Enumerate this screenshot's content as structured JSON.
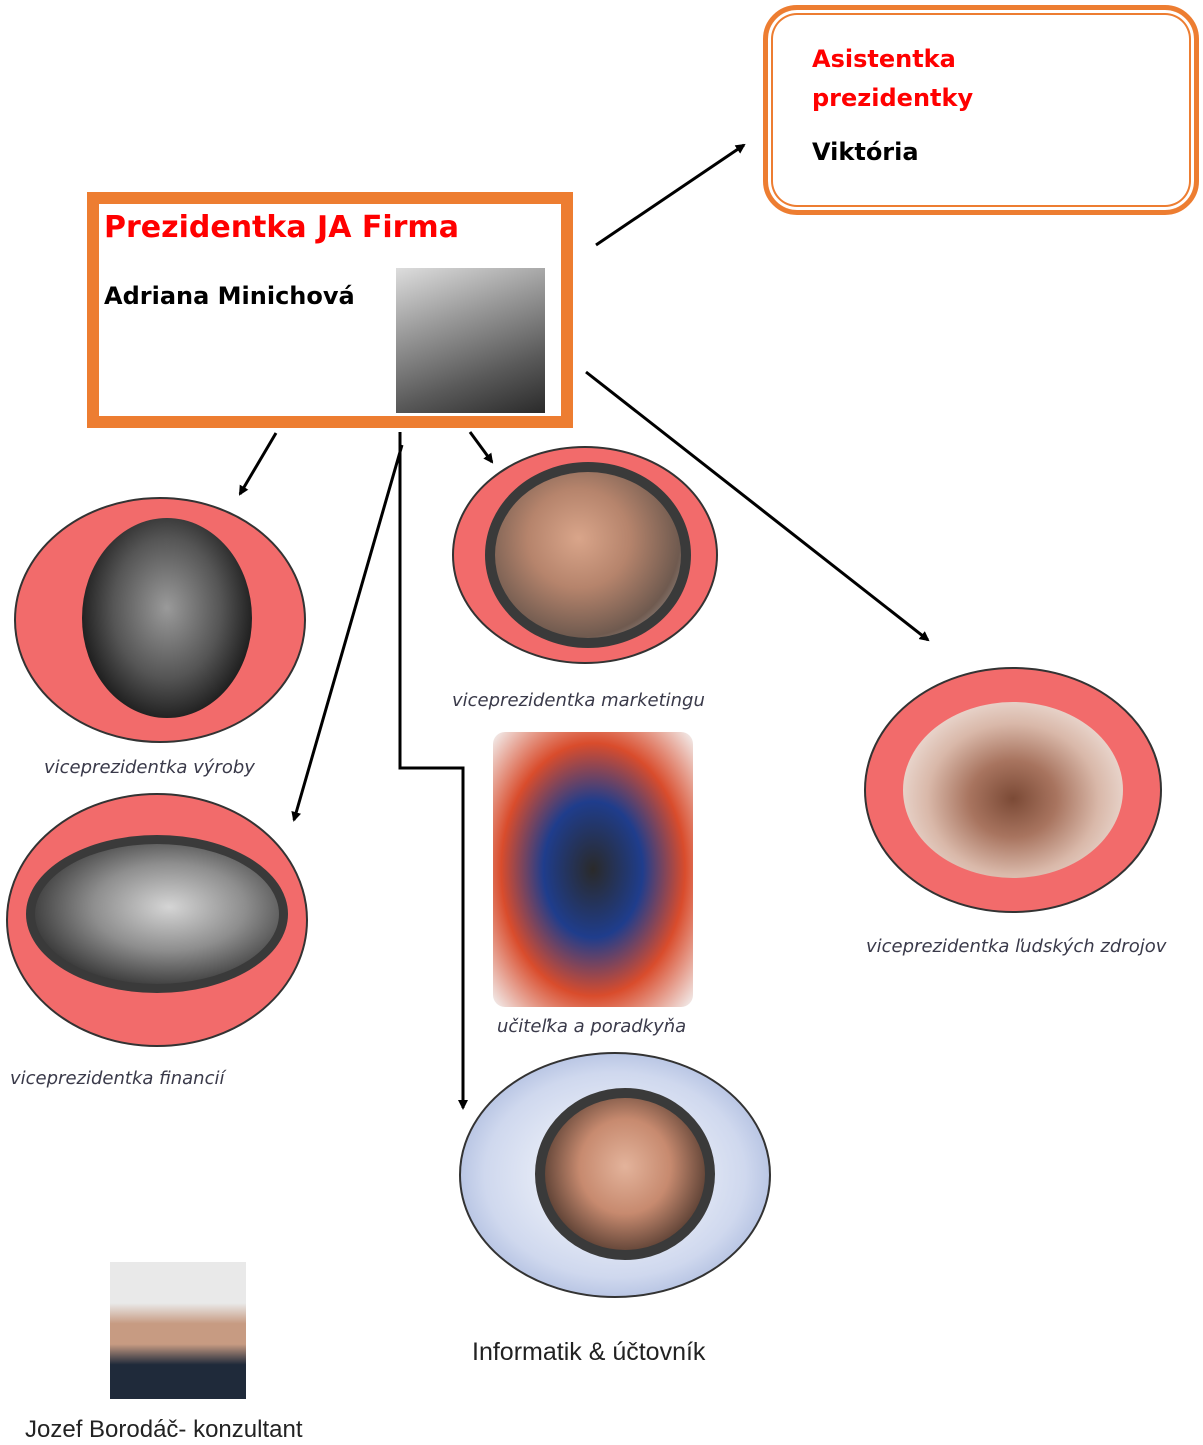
{
  "assistant": {
    "title": "Asistentka prezidentky",
    "name": "Viktória"
  },
  "president": {
    "title": "Prezidentka JA Firma",
    "name": "Adriana Minichová"
  },
  "roles": {
    "production": "viceprezidentka výroby",
    "marketing": "viceprezidentka marketingu",
    "hr": "viceprezidentka ľudských zdrojov",
    "finance": "viceprezidentka financií",
    "teacher": "učiteľka a poradkyňa",
    "it": "Informatik & účtovník",
    "consultant": "Jozef Borodáč- konzultant"
  },
  "colors": {
    "box_border": "#ed7d31",
    "title_red": "#ff0000",
    "ellipse_fill": "#f26b6b",
    "it_ellipse_fill": "#c5cfe9"
  }
}
